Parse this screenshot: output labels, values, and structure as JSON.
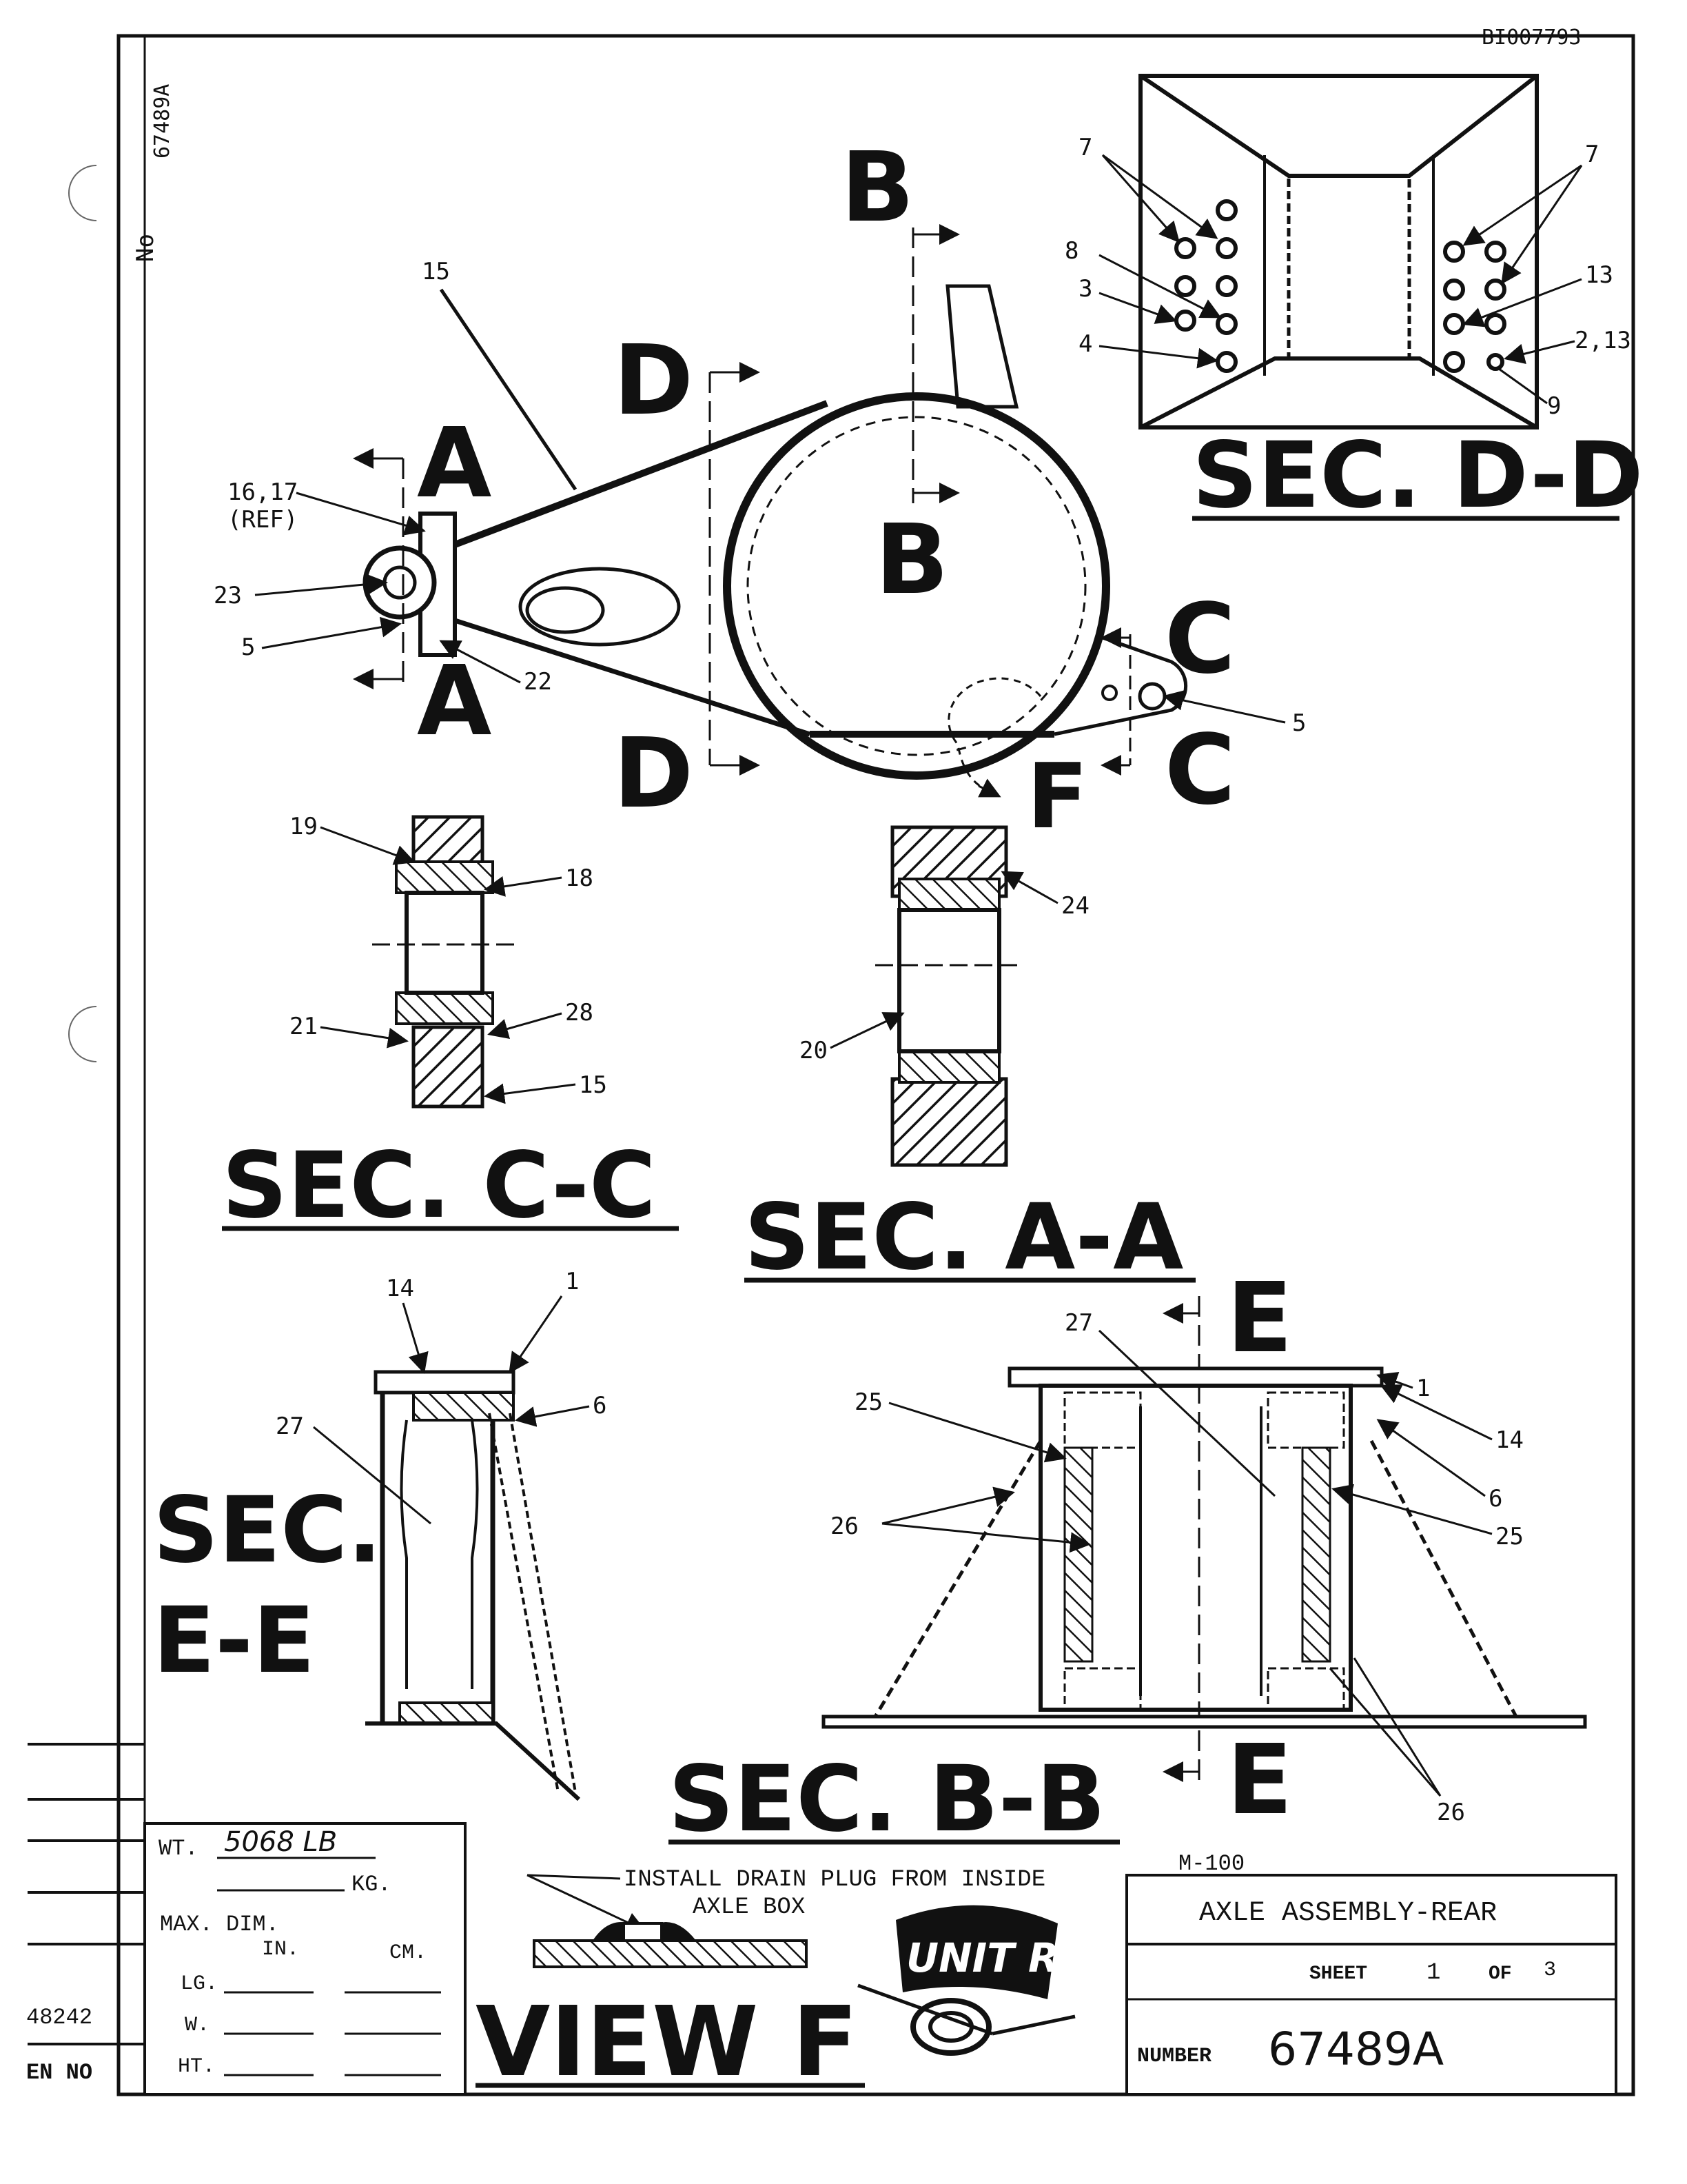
{
  "doc_id": "BI007793",
  "margin_number": "67489A",
  "margin_no": "No",
  "callouts": {
    "c15_top": "15",
    "c16_17": "16,17",
    "ref": "(REF)",
    "c23": "23",
    "c5_left": "5",
    "c22": "22",
    "c5_right": "5",
    "dd_7_left": "7",
    "dd_8": "8",
    "dd_3": "3",
    "dd_4": "4",
    "dd_7_right": "7",
    "dd_13": "13",
    "dd_2_13": "2,13",
    "dd_9": "9",
    "cc_19": "19",
    "cc_18": "18",
    "cc_21": "21",
    "cc_28": "28",
    "cc_15": "15",
    "aa_24": "24",
    "aa_20": "20",
    "ee_14": "14",
    "ee_1": "1",
    "ee_6": "6",
    "ee_27": "27",
    "bb_27": "27",
    "bb_1": "1",
    "bb_14": "14",
    "bb_6": "6",
    "bb_25_left": "25",
    "bb_26_left": "26",
    "bb_25_right": "25",
    "bb_26_right": "26"
  },
  "section_markers": {
    "b_top": "B",
    "b_mid": "B",
    "d_top": "D",
    "d_bottom": "D",
    "a_top": "A",
    "a_bottom": "A",
    "c_top": "C",
    "c_bottom": "C",
    "f": "F",
    "e_top": "E",
    "e_bottom": "E"
  },
  "section_titles": {
    "dd": "SEC. D-D",
    "cc": "SEC. C-C",
    "aa": "SEC. A-A",
    "ee_line1": "SEC.",
    "ee_line2": "E-E",
    "bb": "SEC. B-B",
    "view_f": "VIEW F"
  },
  "note": {
    "line1": "INSTALL DRAIN PLUG FROM INSIDE",
    "line2": "AXLE BOX"
  },
  "logo_text": "UNIT RIG",
  "title_block": {
    "wt_label": "WT.",
    "wt_value": "5068 LB",
    "kg_label": "KG.",
    "max_dim": "MAX. DIM.",
    "in_label": "IN.",
    "cm_label": "CM.",
    "lg_label": "LG.",
    "w_label": "W.",
    "ht_label": "HT.",
    "model": "M-100",
    "title": "AXLE ASSEMBLY-REAR",
    "sheet_label": "SHEET",
    "sheet_num": "1",
    "of_label": "OF",
    "sheet_total": "3",
    "number_label": "NUMBER",
    "number_value": "67489A",
    "left_num": "48242",
    "left_no": "EN NO"
  }
}
